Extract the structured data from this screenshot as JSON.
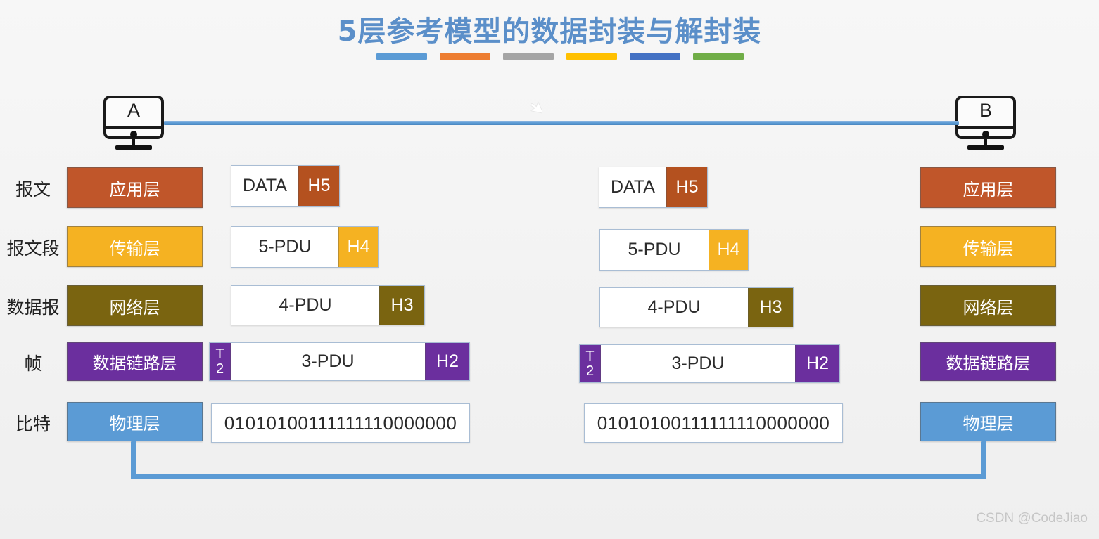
{
  "title": "5层参考模型的数据封装与解封装",
  "title_bars": [
    "#5B9BD5",
    "#ED7D31",
    "#A5A5A5",
    "#FFC000",
    "#4472C4",
    "#70AD47"
  ],
  "hosts": {
    "left": "A",
    "right": "B"
  },
  "captions": [
    "报文",
    "报文段",
    "数据报",
    "帧",
    "比特"
  ],
  "layers": [
    {
      "name": "应用层",
      "color": "#C0562A"
    },
    {
      "name": "传输层",
      "color": "#F5B222"
    },
    {
      "name": "网络层",
      "color": "#7A6410"
    },
    {
      "name": "数据链路层",
      "color": "#6B2F9E"
    },
    {
      "name": "物理层",
      "color": "#5B9BD5"
    }
  ],
  "pdus": [
    {
      "body": "DATA",
      "header": "H5",
      "header_color": "#B4511F",
      "trailer": null
    },
    {
      "body": "5-PDU",
      "header": "H4",
      "header_color": "#F5B222",
      "trailer": null
    },
    {
      "body": "4-PDU",
      "header": "H3",
      "header_color": "#7A6410",
      "trailer": null
    },
    {
      "body": "3-PDU",
      "header": "H2",
      "header_color": "#6B2F9E",
      "trailer": "T2"
    }
  ],
  "bits": "01010100111111110000000",
  "watermark": "CSDN @CodeJiao"
}
